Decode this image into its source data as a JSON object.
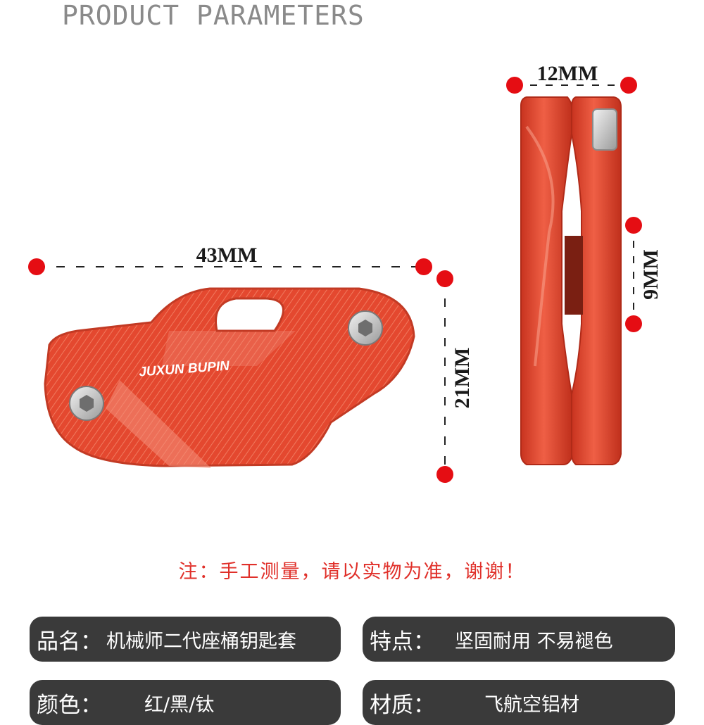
{
  "header": {
    "title": "PRODUCT PARAMETERS"
  },
  "dimensions": {
    "length": "43MM",
    "height": "21MM",
    "width": "12MM",
    "slot": "9MM"
  },
  "product": {
    "logo_text": "JUXUN BUPIN",
    "colors": {
      "body": "#e4482f",
      "dot": "#e50d13",
      "panel": "#3a3a3a",
      "note": "#e0302a"
    }
  },
  "note": "注：手工测量，请以实物为准，谢谢！",
  "specs": {
    "name_label": "品名：",
    "name_value": "机械师二代座桶钥匙套",
    "feature_label": "特点：",
    "feature_value": "坚固耐用  不易褪色",
    "color_label": "颜色：",
    "color_value": "红/黑/钛",
    "material_label": "材质：",
    "material_value": "飞航空铝材"
  }
}
